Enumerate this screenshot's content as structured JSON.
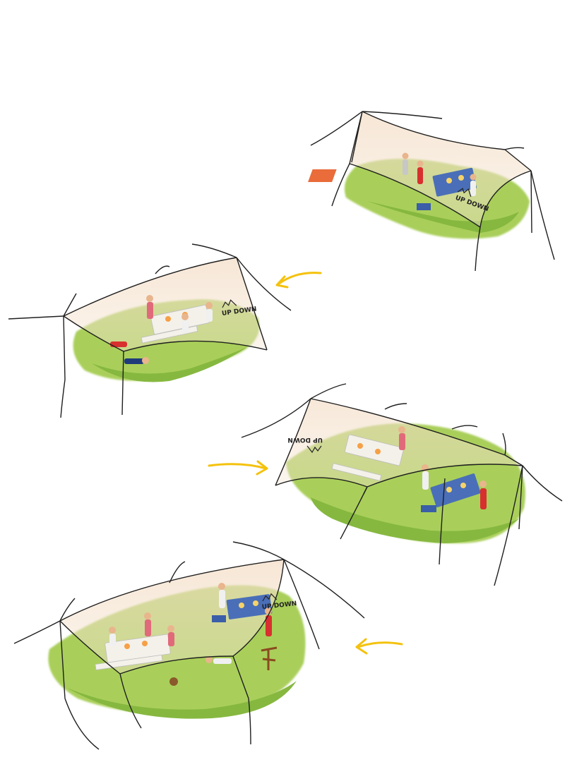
{
  "brand": {
    "logo_text": "UP DOWN",
    "logo_mark": "mountain-peaks-icon"
  },
  "colors": {
    "background": "#ffffff",
    "tarp": "#f3dcc4",
    "tarp_edge": "#1f1f1f",
    "grass_light": "#a9cf5a",
    "grass_dark": "#7fb13a",
    "arrow": "#f4c20d",
    "table_blue": "#4a6fb8",
    "bench_white": "#f4f1ea",
    "figure_red": "#d8302f",
    "figure_skin": "#e9b58d"
  },
  "scenes": [
    {
      "id": "scene-1",
      "tent_setup": "small-shelter",
      "logo_visible": true,
      "logo_mirrored": false
    },
    {
      "id": "scene-2",
      "tent_setup": "wide-shelter",
      "logo_visible": true,
      "logo_mirrored": false
    },
    {
      "id": "scene-3",
      "tent_setup": "extended-shelter",
      "logo_visible": true,
      "logo_mirrored": true
    },
    {
      "id": "scene-4",
      "tent_setup": "full-shelter",
      "logo_visible": true,
      "logo_mirrored": false
    }
  ],
  "arrows": [
    {
      "from": "scene-1",
      "to": "scene-2",
      "direction": "left",
      "icon": "curved-arrow-icon"
    },
    {
      "from": "scene-2",
      "to": "scene-3",
      "direction": "right",
      "icon": "curved-arrow-icon"
    },
    {
      "from": "scene-3",
      "to": "scene-4",
      "direction": "left",
      "icon": "curved-arrow-icon"
    }
  ]
}
